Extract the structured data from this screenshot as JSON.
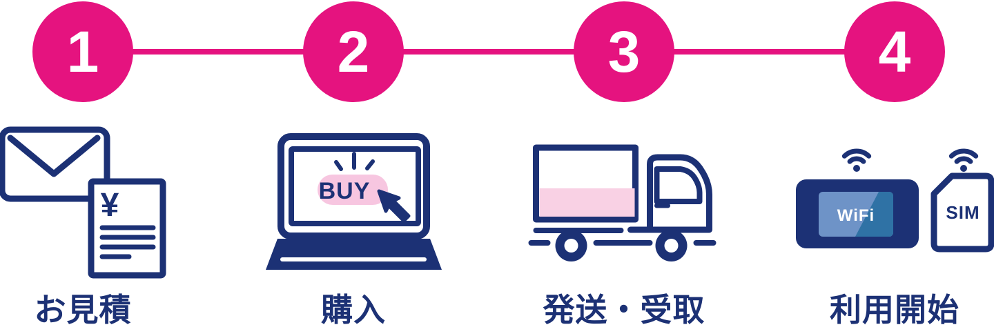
{
  "colors": {
    "pink": "#E5137F",
    "navy": "#1C3175",
    "pill-pink": "#F7C6E0",
    "cargo-pink": "#F9D1E4",
    "screen-light": "#6E93C7",
    "screen-dark": "#2F72A5",
    "text-white": "#FFFFFF",
    "background": "#FFFFFF"
  },
  "steps": [
    {
      "number": "1",
      "label": "お見積",
      "icon": "estimate-mail"
    },
    {
      "number": "2",
      "label": "購入",
      "icon": "buy-laptop"
    },
    {
      "number": "3",
      "label": "発送・受取",
      "icon": "delivery-truck"
    },
    {
      "number": "4",
      "label": "利用開始",
      "icon": "wifi-sim"
    }
  ],
  "icon_text": {
    "yen_symbol": "¥",
    "buy_label": "BUY",
    "wifi_label": "WiFi",
    "sim_label": "SIM"
  }
}
